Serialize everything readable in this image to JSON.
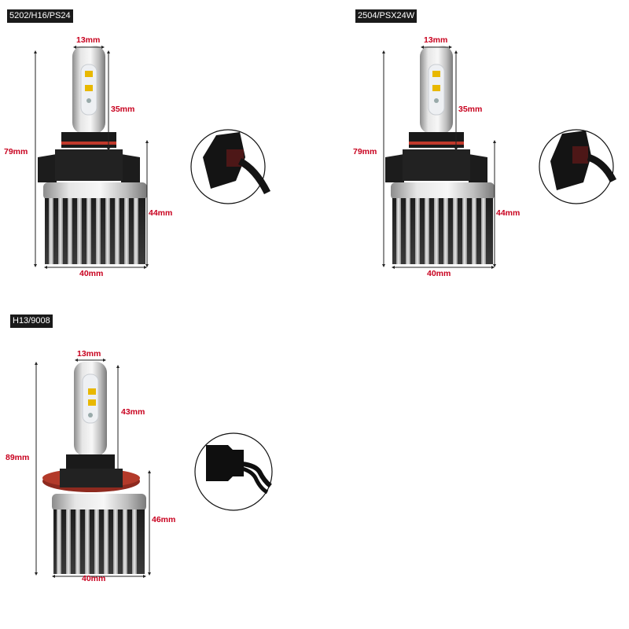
{
  "products": [
    {
      "model_tag": "5202/H16/PS24",
      "dims": {
        "tip_width": "13mm",
        "chip_height": "35mm",
        "total_height": "79mm",
        "heatsink_height": "44mm",
        "base_width": "40mm"
      }
    },
    {
      "model_tag": "2504/PSX24W",
      "dims": {
        "tip_width": "13mm",
        "chip_height": "35mm",
        "total_height": "79mm",
        "heatsink_height": "44mm",
        "base_width": "40mm"
      }
    },
    {
      "model_tag": "H13/9008",
      "dims": {
        "tip_width": "13mm",
        "chip_height": "43mm",
        "total_height": "89mm",
        "heatsink_height": "46mm",
        "base_width": "40mm"
      }
    }
  ],
  "colors": {
    "dimension_label": "#c8001e",
    "tag_background": "#1a1a1a",
    "tag_text": "#ffffff",
    "oring": "#c0392b"
  }
}
